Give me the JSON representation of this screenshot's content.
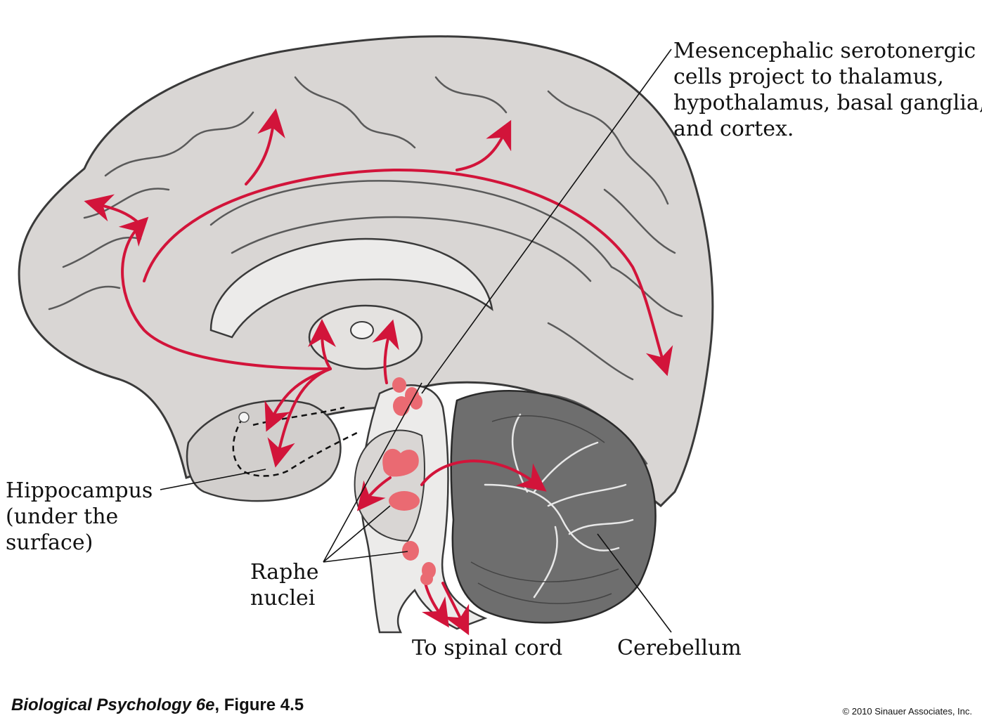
{
  "figure": {
    "book_title": "Biological Psychology 6e",
    "figure_ref": ", Figure 4.5",
    "copyright": "© 2010 Sinauer Associates, Inc."
  },
  "labels": {
    "mesencephalic": [
      "Mesencephalic serotonergic",
      "cells project to thalamus,",
      "hypothalamus, basal ganglia,",
      "and cortex."
    ],
    "hippocampus": [
      "Hippocampus",
      "(under the",
      "surface)"
    ],
    "raphe": [
      "Raphe",
      "nuclei"
    ],
    "spinal_cord": "To spinal cord",
    "cerebellum": "Cerebellum"
  },
  "colors": {
    "pathway": "#d2143a",
    "nuclei": "#ea6a72",
    "brain_fill": "#d9d6d4",
    "brain_outline": "#3a3a3a",
    "cerebellum_fill": "#6e6e6e"
  }
}
